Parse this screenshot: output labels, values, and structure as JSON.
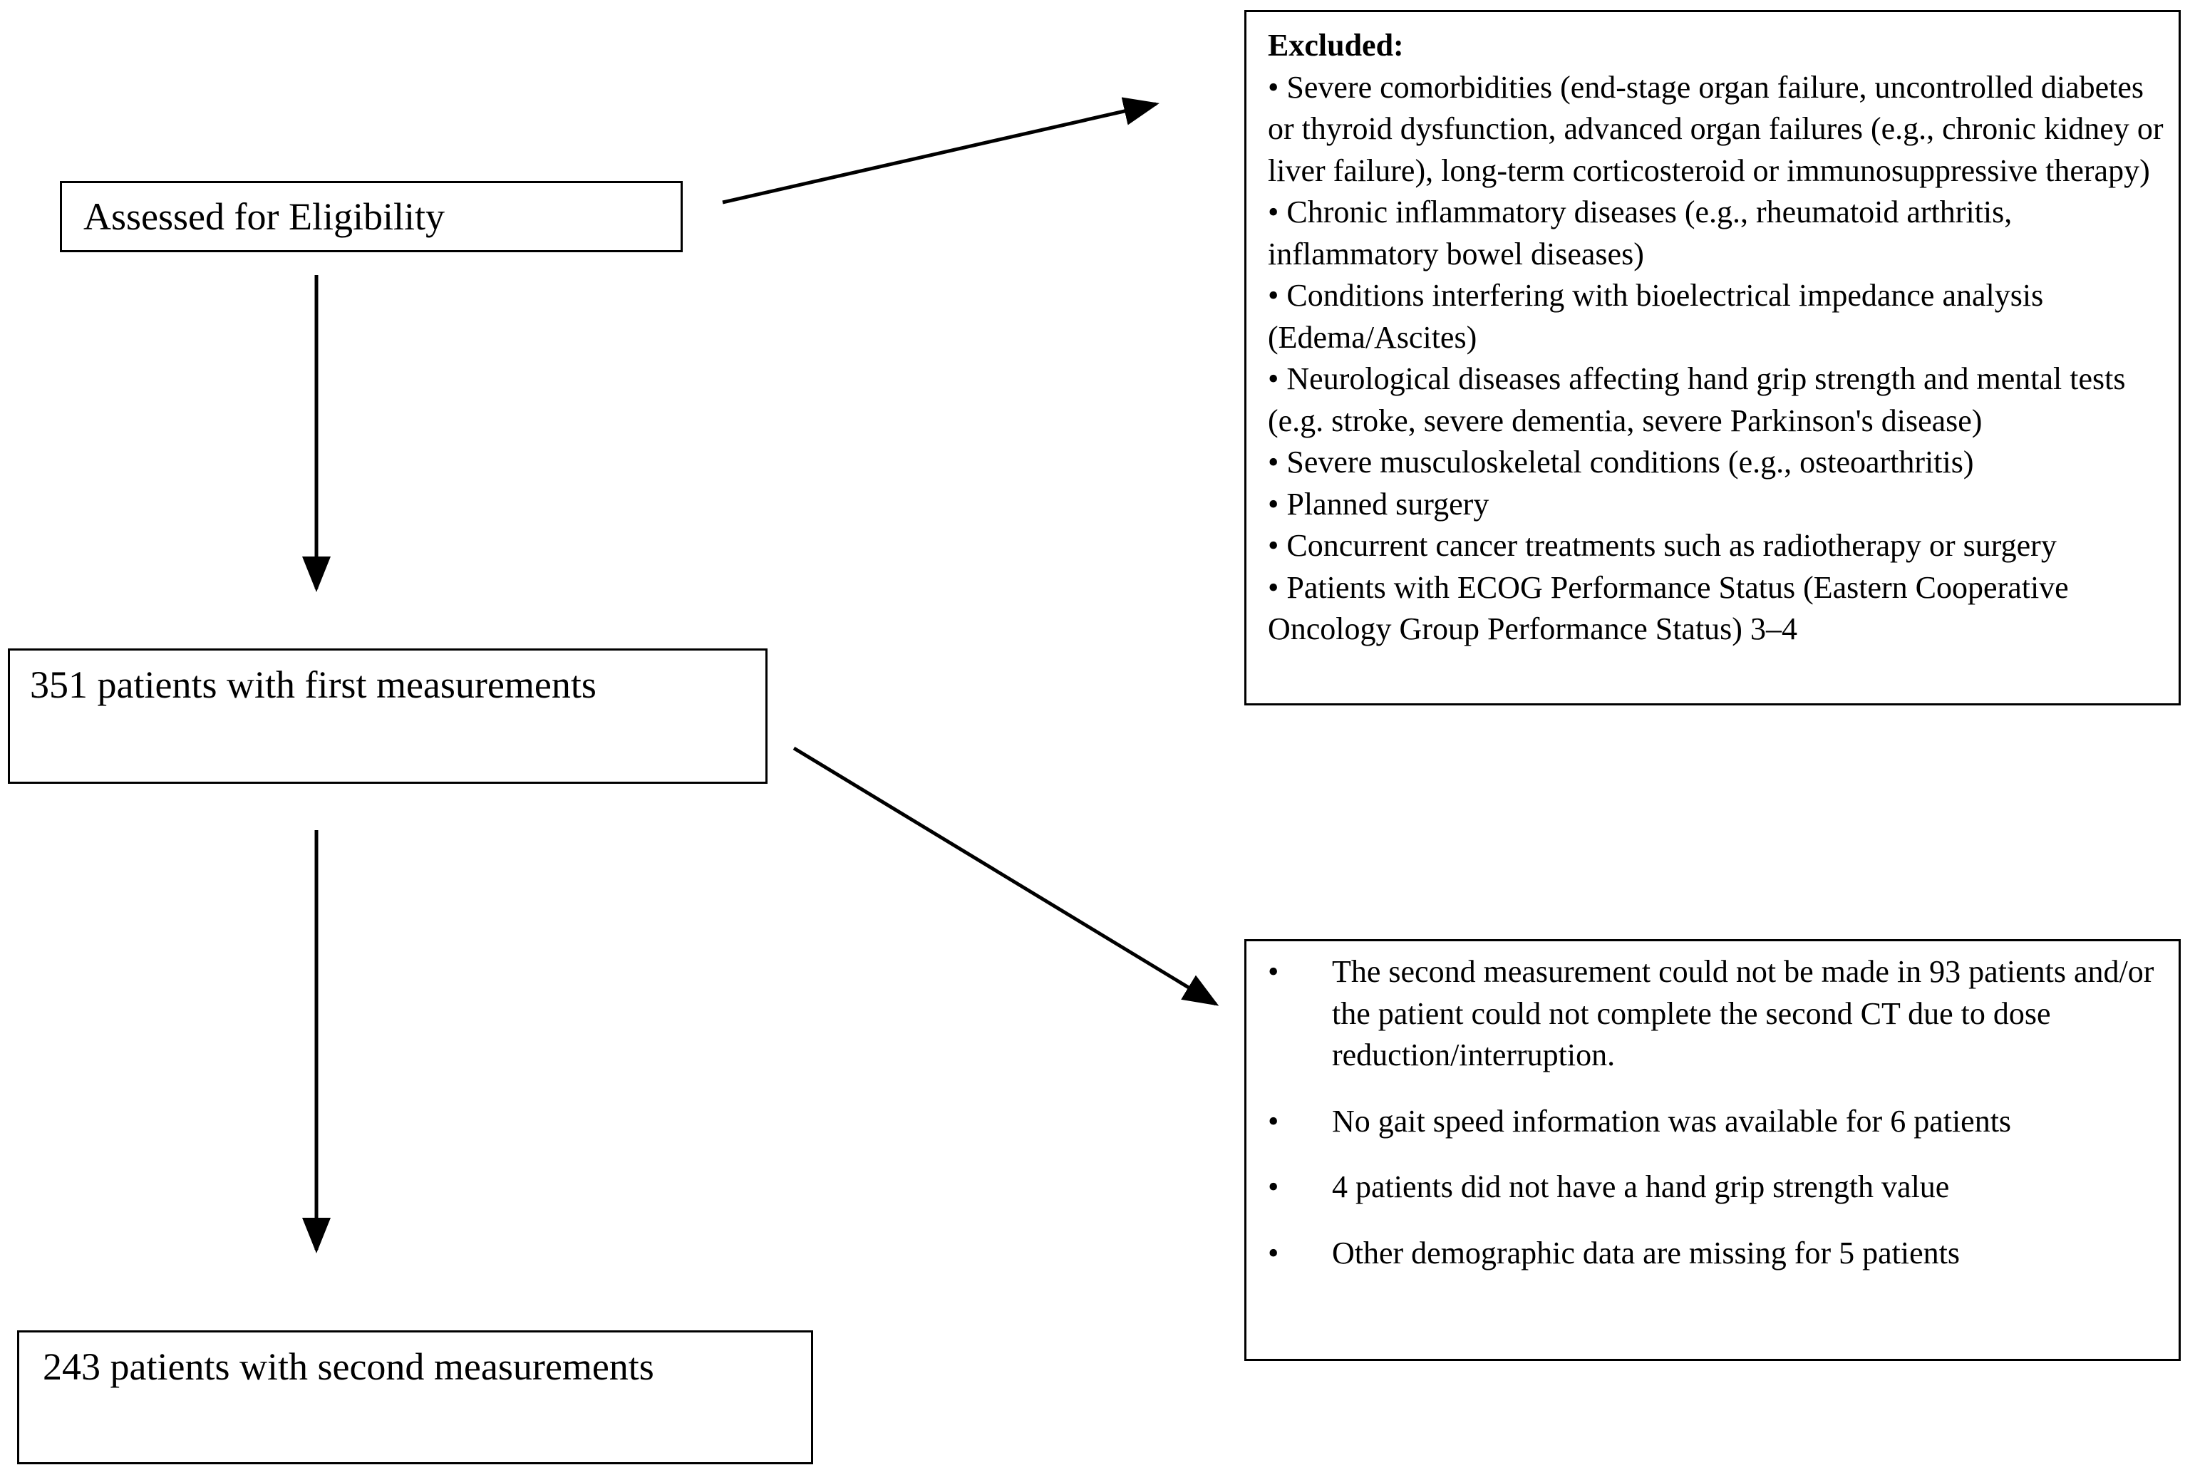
{
  "boxes": {
    "eligibility": "Assessed for Eligibility",
    "first": "351 patients with first measurements",
    "second": "243 patients with second measurements"
  },
  "excluded": {
    "heading": "Excluded:",
    "items": [
      "• Severe comorbidities (end-stage organ failure, uncontrolled diabetes or thyroid dysfunction, advanced organ failures (e.g., chronic kidney or liver failure), long-term corticosteroid or immunosuppressive therapy)",
      "• Chronic inflammatory diseases (e.g., rheumatoid arthritis, inflammatory bowel diseases)",
      "• Conditions interfering with bioelectrical impedance analysis (Edema/Ascites)",
      "• Neurological diseases affecting hand grip strength and mental tests (e.g. stroke, severe dementia, severe Parkinson's disease)",
      "• Severe musculoskeletal conditions (e.g., osteoarthritis)",
      "• Planned surgery",
      "• Concurrent cancer treatments such as radiotherapy or surgery",
      "• Patients with ECOG Performance Status (Eastern Cooperative Oncology Group Performance Status) 3–4"
    ]
  },
  "missing": {
    "bullet": "•",
    "items": [
      "The second measurement could not be made in 93 patients and/or the patient could not complete the second CT due to dose reduction/interruption.",
      "No gait speed information was available for 6 patients",
      "4 patients did not have a hand grip strength value",
      "Other demographic data are missing for 5 patients"
    ]
  }
}
